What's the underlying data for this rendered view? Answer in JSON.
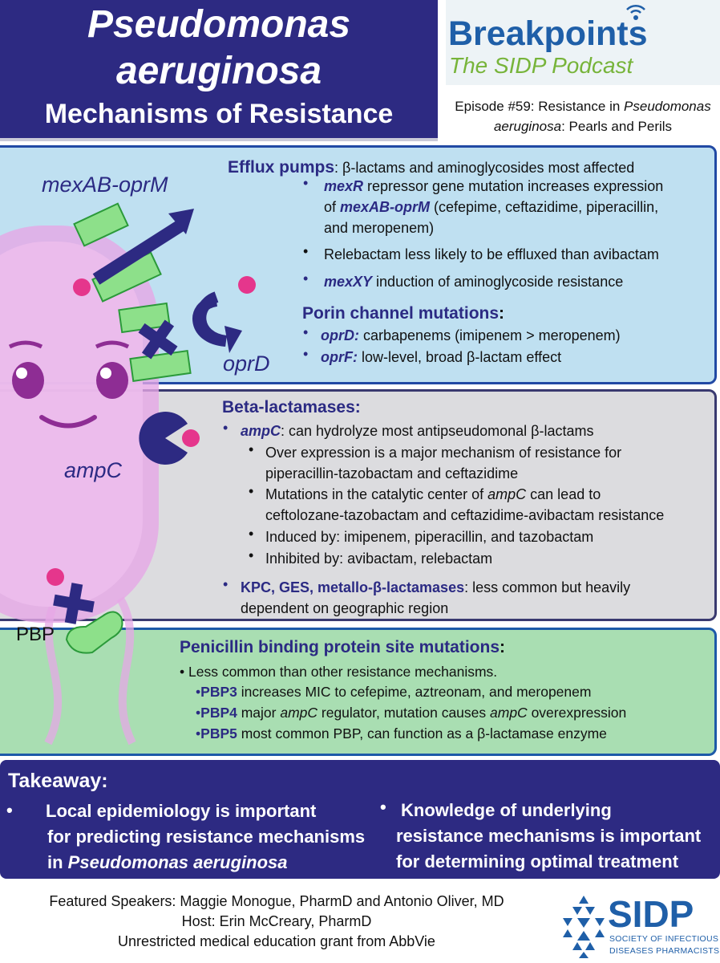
{
  "header": {
    "title_line1": "Pseudomonas",
    "title_line2": "aeruginosa",
    "title_line3": "Mechanisms of Resistance"
  },
  "logo": {
    "name": "Breakpoints",
    "subtitle": "The SIDP Podcast"
  },
  "episode": {
    "prefix": "Episode #59: Resistance in ",
    "italic_name": "Pseudomonas aeruginosa",
    "suffix": ": Pearls and Perils"
  },
  "illustration_labels": {
    "mex": "mexAB-oprM",
    "oprd": "oprD",
    "ampc": "ampC",
    "pbp": "PBP"
  },
  "efflux": {
    "heading": "Efflux pumps",
    "heading_rest": ": β-lactams and aminoglycosides most affected",
    "b1_term": "mexR",
    "b1_text1": " repressor gene mutation increases expression",
    "b1_text2_pre": "of ",
    "b1_text2_term": "mexAB-oprM",
    "b1_text2_post": " (cefepime, ceftazidime, piperacillin,",
    "b1_text3": "and meropenem)",
    "b2": "Relebactam less likely to be effluxed than avibactam",
    "b3_term": "mexXY",
    "b3_text": " induction of aminoglycoside resistance",
    "porin_heading": "Porin channel mutations",
    "porin_colon": ":",
    "porin_b1_term": "oprD:",
    "porin_b1_text": " carbapenems (imipenem > meropenem)",
    "porin_b2_term": "oprF:",
    "porin_b2_text": " low-level, broad β-lactam effect"
  },
  "beta": {
    "heading": "Beta-lactamases:",
    "b1_term": "ampC",
    "b1_text": ": can hydrolyze most antipseudomonal β-lactams",
    "s1_l1": "Over expression is a major mechanism of resistance for",
    "s1_l2": "piperacillin-tazobactam and ceftazidime",
    "s2_l1_pre": "Mutations in the catalytic center of ",
    "s2_l1_term": "ampC",
    "s2_l1_post": " can lead to",
    "s2_l2": "ceftolozane-tazobactam and ceftazidime-avibactam resistance",
    "s3": "Induced by: imipenem, piperacillin, and tazobactam",
    "s4": "Inhibited by: avibactam, relebactam",
    "b2_term": "KPC, GES, metallo-β-lactamases",
    "b2_text1": ": less common but heavily",
    "b2_text2": "dependent on geographic region"
  },
  "pbp": {
    "heading": "Penicillin binding protein site mutations",
    "heading_colon": ":",
    "intro": "Less common than other resistance mechanisms.",
    "i1_term": "PBP3",
    "i1_text": " increases MIC to cefepime, aztreonam, and meropenem",
    "i2_term": "PBP4",
    "i2_text_pre": " major ",
    "i2_term2": "ampC",
    "i2_text_mid": " regulator, mutation causes ",
    "i2_term3": "ampC",
    "i2_text_post": " overexpression",
    "i3_term": "PBP5",
    "i3_text": " most common PBP, can function as a β-lactamase enzyme"
  },
  "takeaway": {
    "heading": "Takeaway:",
    "left_l1": "Local epidemiology is important",
    "left_l2": "for predicting resistance mechanisms",
    "left_l3_pre": "in ",
    "left_l3_italic": "Pseudomonas aeruginosa",
    "right_l1": "Knowledge of underlying",
    "right_l2": "resistance mechanisms is important",
    "right_l3": "for determining optimal treatment"
  },
  "footer": {
    "speakers": "Featured Speakers: Maggie Monogue, PharmD and Antonio Oliver, MD",
    "host": "Host: Erin McCreary, PharmD",
    "grant": "Unrestricted medical education grant from AbbVie"
  },
  "sidp": {
    "name": "SIDP",
    "line1": "SOCIETY OF INFECTIOUS",
    "line2": "DISEASES PHARMACISTS"
  },
  "colors": {
    "navy": "#2d2a82",
    "efflux_bg": "#bfe0f1",
    "beta_bg": "#dcdcdf",
    "pbp_bg": "#a9deb2",
    "bacteria": "#e6a8e6",
    "pink_dot": "#e5368c",
    "green_block": "#8de08a",
    "breakpoints_blue": "#1f5fa8",
    "breakpoints_green": "#77b43a"
  }
}
